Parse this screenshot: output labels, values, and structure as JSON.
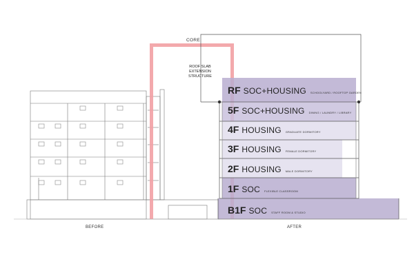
{
  "labels": {
    "core": "CORE",
    "before": "BEFORE",
    "after": "AFTER",
    "roof_ext_1": "ROOF SLAB",
    "roof_ext_2": "EXTENSION",
    "roof_ext_3": "STRUCTURE"
  },
  "floors": [
    {
      "code": "RF",
      "name": "SOC+HOUSING",
      "desc": "SCHOOLYARD / ROOFTOP GARDEN"
    },
    {
      "code": "5F",
      "name": "SOC+HOUSING",
      "desc": "DINING / LAUNDRY / LIBRARY"
    },
    {
      "code": "4F",
      "name": "HOUSING",
      "desc": "GRADUATE DORMITORY"
    },
    {
      "code": "3F",
      "name": "HOUSING",
      "desc": "FEMALE DORMITORY"
    },
    {
      "code": "2F",
      "name": "HOUSING",
      "desc": "MALE DORMITORY"
    },
    {
      "code": "1F",
      "name": "SOC",
      "desc": "FLEXIBLE CLASSROOM"
    },
    {
      "code": "B1F",
      "name": "SOC",
      "desc": "STAFF ROOM & STUDIO"
    }
  ],
  "colors": {
    "core": "#f2a0a4",
    "soc": "#b8aed0",
    "housing": "#e6e3f0",
    "line": "#555555"
  }
}
